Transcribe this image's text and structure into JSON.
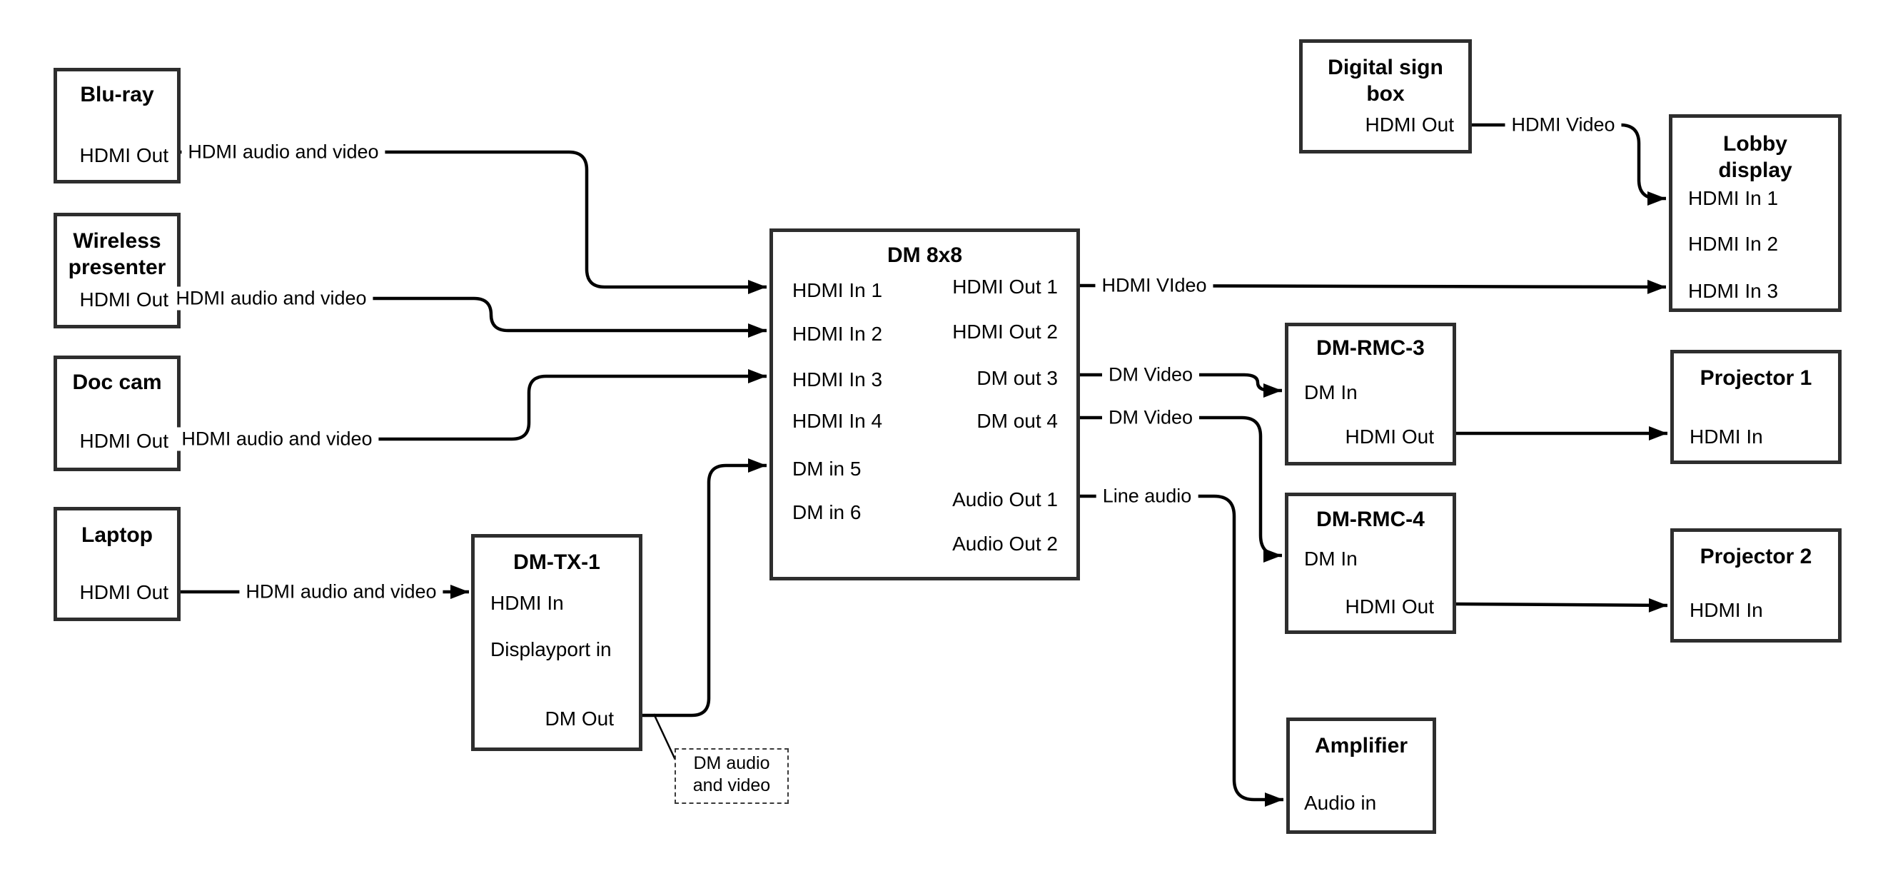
{
  "colors": {
    "background": "#ffffff",
    "connector": "#000000",
    "box_border": "#2e2e2e",
    "text": "#000000"
  },
  "nodes": {
    "bluray": {
      "title": "Blu-ray",
      "port_hdmi_out": "HDMI Out"
    },
    "wireless_presenter": {
      "title": "Wireless presenter",
      "port_hdmi_out": "HDMI Out"
    },
    "doc_cam": {
      "title": "Doc cam",
      "port_hdmi_out": "HDMI Out"
    },
    "laptop": {
      "title": "Laptop",
      "port_hdmi_out": "HDMI Out"
    },
    "dm_tx_1": {
      "title": "DM-TX-1",
      "port_hdmi_in": "HDMI In",
      "port_displayport_in": "Displayport in",
      "port_dm_out": "DM Out"
    },
    "dm_8x8": {
      "title": "DM 8x8",
      "inputs": [
        "HDMI In 1",
        "HDMI In 2",
        "HDMI In 3",
        "HDMI In 4",
        "DM in 5",
        "DM in 6"
      ],
      "outputs": [
        "HDMI Out 1",
        "HDMI Out 2",
        "DM out 3",
        "DM out 4",
        "Audio Out 1",
        "Audio Out 2"
      ]
    },
    "digital_sign_box": {
      "title": "Digital sign box",
      "port_hdmi_out": "HDMI Out"
    },
    "lobby_display": {
      "title": "Lobby display",
      "inputs": [
        "HDMI In 1",
        "HDMI In 2",
        "HDMI In 3"
      ]
    },
    "dm_rmc_3": {
      "title": "DM-RMC-3",
      "port_dm_in": "DM In",
      "port_hdmi_out": "HDMI Out"
    },
    "dm_rmc_4": {
      "title": "DM-RMC-4",
      "port_dm_in": "DM In",
      "port_hdmi_out": "HDMI Out"
    },
    "projector_1": {
      "title": "Projector 1",
      "port_hdmi_in": "HDMI In"
    },
    "projector_2": {
      "title": "Projector 2",
      "port_hdmi_in": "HDMI In"
    },
    "amplifier": {
      "title": "Amplifier",
      "port_audio_in": "Audio in"
    }
  },
  "connections": {
    "bluray_to_dm8x8": {
      "label": "HDMI audio and video"
    },
    "wireless_to_dm8x8": {
      "label": "HDMI audio and video"
    },
    "doccam_to_dm8x8": {
      "label": "HDMI audio and video"
    },
    "laptop_to_dmtx1": {
      "label": "HDMI audio and video"
    },
    "hdmi_out1_to_lobby": {
      "label": "HDMI VIdeo"
    },
    "dm_out3_to_rmc3": {
      "label": "DM Video"
    },
    "dm_out4_to_rmc4": {
      "label": "DM Video"
    },
    "audio_out1_to_amplifier": {
      "label": "Line audio"
    },
    "sign_to_lobby": {
      "label": "HDMI Video"
    }
  },
  "annotation": {
    "text": "DM audio and video"
  }
}
